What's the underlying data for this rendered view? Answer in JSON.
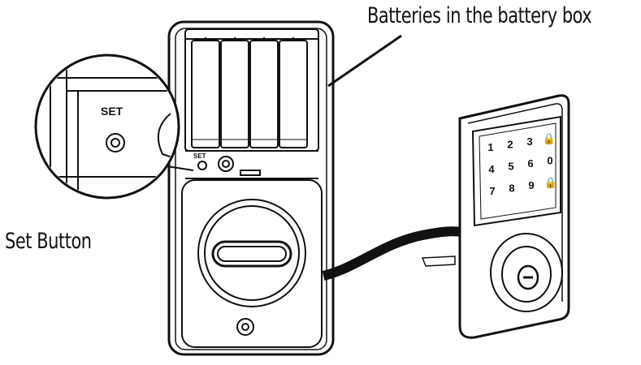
{
  "labels": {
    "batteries": "Batteries in the battery box",
    "set_button": "Set Button"
  },
  "zoom_label": "SET",
  "small_set_label": "SET",
  "keypad": [
    "1",
    "2",
    "3",
    "🔒",
    "4",
    "5",
    "6",
    "0",
    "7",
    "8",
    "9",
    "🔒"
  ],
  "colors": {
    "line": "#111111",
    "background": "#ffffff"
  }
}
